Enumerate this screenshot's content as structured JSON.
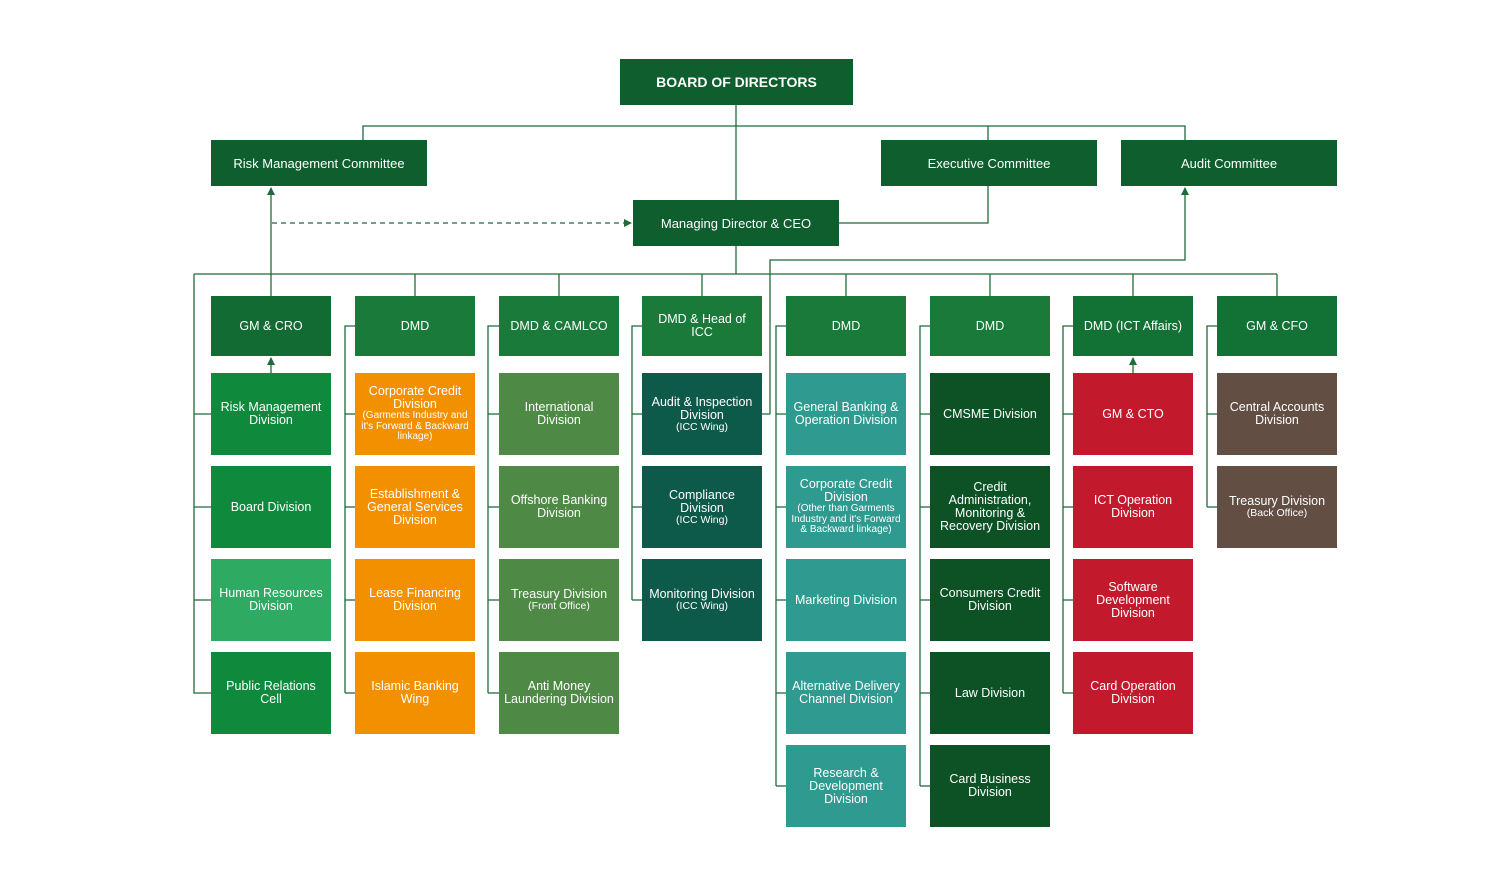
{
  "colors": {
    "line": "#1f6b3a",
    "top": "#0f5e2e",
    "head": "#1a7a3a",
    "green": "#0f8a3c",
    "green_light": "#2eaa62",
    "orange": "#f29000",
    "olive": "#4e8a45",
    "teal_dark": "#0d5a4b",
    "teal": "#2f9a8f",
    "dark_green": "#0c5224",
    "red": "#c21a2c",
    "brown": "#634e44"
  },
  "top": {
    "board": "BOARD OF DIRECTORS",
    "risk_committee": "Risk Management Committee",
    "executive_committee": "Executive Committee",
    "audit_committee": "Audit Committee",
    "md_ceo": "Managing Director & CEO"
  },
  "columns": [
    {
      "id": "gm-cro",
      "head": "GM & CRO",
      "color": "green",
      "items": [
        {
          "main": "Risk Management Division",
          "sub": ""
        },
        {
          "main": "Board Division",
          "sub": ""
        },
        {
          "main": "Human Resources Division",
          "sub": "",
          "color": "green_light"
        },
        {
          "main": "Public Relations Cell",
          "sub": ""
        }
      ]
    },
    {
      "id": "dmd-1",
      "head": "DMD",
      "color": "orange",
      "items": [
        {
          "main": "Corporate Credit Division",
          "sub": "(Garments Industry and it's Forward & Backward linkage)"
        },
        {
          "main": "Establishment & General Services Division",
          "sub": ""
        },
        {
          "main": "Lease Financing Division",
          "sub": ""
        },
        {
          "main": "Islamic Banking Wing",
          "sub": ""
        }
      ]
    },
    {
      "id": "dmd-camlco",
      "head": "DMD & CAMLCO",
      "color": "olive",
      "items": [
        {
          "main": "International Division",
          "sub": ""
        },
        {
          "main": "Offshore Banking Division",
          "sub": ""
        },
        {
          "main": "Treasury Division",
          "sub": "(Front Office)"
        },
        {
          "main": "Anti Money Laundering Division",
          "sub": ""
        }
      ]
    },
    {
      "id": "dmd-icc",
      "head": "DMD & Head of ICC",
      "color": "teal_dark",
      "items": [
        {
          "main": "Audit & Inspection Division",
          "sub": "(ICC Wing)"
        },
        {
          "main": "Compliance Division",
          "sub": "(ICC Wing)"
        },
        {
          "main": "Monitoring Division",
          "sub": "(ICC Wing)"
        }
      ]
    },
    {
      "id": "dmd-2",
      "head": "DMD",
      "color": "teal",
      "items": [
        {
          "main": "General Banking & Operation Division",
          "sub": ""
        },
        {
          "main": "Corporate Credit Division",
          "sub": "(Other than Garments Industry and it's Forward & Backward linkage)"
        },
        {
          "main": "Marketing Division",
          "sub": ""
        },
        {
          "main": "Alternative Delivery Channel Division",
          "sub": ""
        },
        {
          "main": "Research & Development Division",
          "sub": ""
        }
      ]
    },
    {
      "id": "dmd-3",
      "head": "DMD",
      "color": "dark_green",
      "items": [
        {
          "main": "CMSME Division",
          "sub": ""
        },
        {
          "main": "Credit Administration, Monitoring & Recovery Division",
          "sub": ""
        },
        {
          "main": "Consumers Credit Division",
          "sub": ""
        },
        {
          "main": "Law Division",
          "sub": ""
        },
        {
          "main": "Card Business Division",
          "sub": ""
        }
      ]
    },
    {
      "id": "dmd-ict",
      "head": "DMD (ICT Affairs)",
      "color": "red",
      "items": [
        {
          "main": "GM & CTO",
          "sub": ""
        },
        {
          "main": "ICT Operation Division",
          "sub": ""
        },
        {
          "main": "Software Development Division",
          "sub": ""
        },
        {
          "main": "Card Operation Division",
          "sub": ""
        }
      ]
    },
    {
      "id": "gm-cfo",
      "head": "GM & CFO",
      "color": "brown",
      "items": [
        {
          "main": "Central Accounts Division",
          "sub": ""
        },
        {
          "main": "Treasury Division",
          "sub": "(Back Office)"
        }
      ]
    }
  ]
}
